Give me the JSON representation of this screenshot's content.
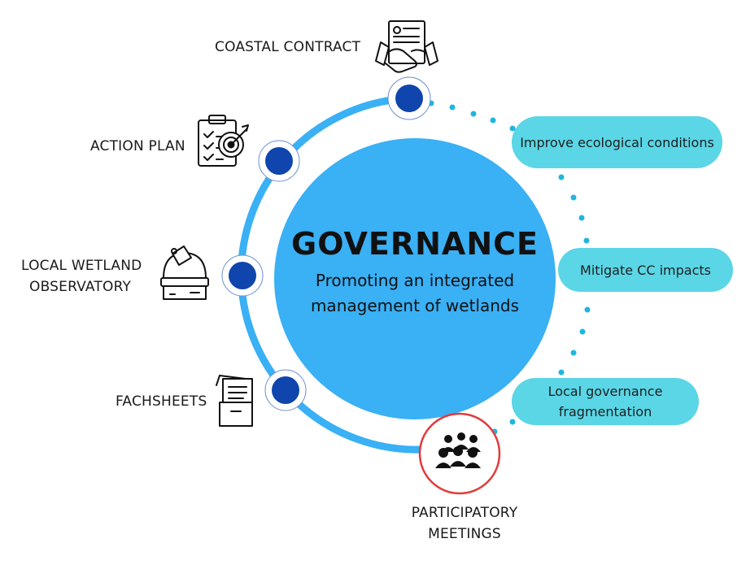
{
  "center": {
    "title": "GOVERNANCE",
    "subtitle_line1": "Promoting an integrated",
    "subtitle_line2": "management of wetlands"
  },
  "steps": [
    {
      "label": "COASTAL CONTRACT",
      "icon": "handshake-contract-icon"
    },
    {
      "label": "ACTION PLAN",
      "icon": "clipboard-target-icon"
    },
    {
      "label_line1": "LOCAL WETLAND",
      "label_line2": "OBSERVATORY",
      "icon": "observatory-icon"
    },
    {
      "label": "FACHSHEETS",
      "icon": "document-folder-icon"
    },
    {
      "label_line1": "PARTICIPATORY",
      "label_line2": "MEETINGS",
      "icon": "people-group-icon"
    }
  ],
  "objectives": [
    {
      "text": "Improve ecological conditions"
    },
    {
      "text": "Mitigate CC impacts"
    },
    {
      "text_line1": "Local governance",
      "text_line2": "fragmentation"
    }
  ],
  "colors": {
    "arc": "#3ab0f5",
    "center_circle": "#3ab0f5",
    "node": "#0f45ad",
    "pill": "#5ad6e6",
    "dots": "#1eb6df",
    "meeting_ring": "#e23b3b"
  }
}
